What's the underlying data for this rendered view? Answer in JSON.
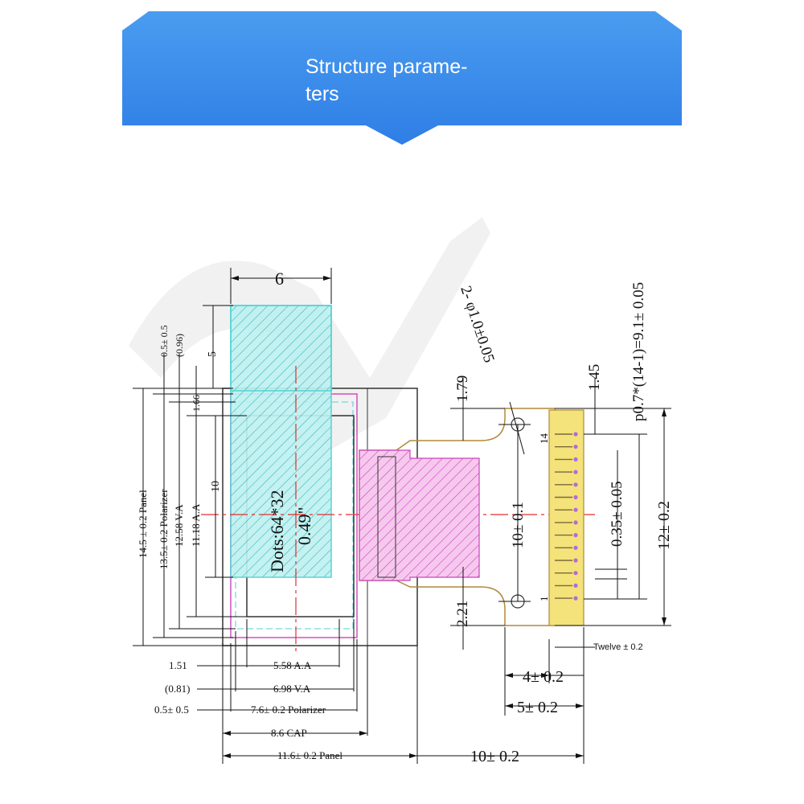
{
  "banner": {
    "title": "Structure parame-\nters",
    "color_top": "#4a9cf0",
    "color_bottom": "#2f7ee6"
  },
  "colors": {
    "display_fill": "#4fd1d1",
    "fpc_fill": "#e05ad0",
    "connector_fill": "#f4e27a",
    "outline": "#333333",
    "center_line": "#e03030"
  },
  "display": {
    "dots_label": "Dots:64*32",
    "size_label": "0.49\""
  },
  "dimensions": {
    "top_width": "6",
    "top_height": "5",
    "offset_top": "0.5± 0.5",
    "offset_096": "(0.96)",
    "offset_166": "1.66",
    "panel_h": "14.5 ± 0.2 Panel",
    "polarizer_h": "13.5± 0.2 Polarizer",
    "va_h": "12.58 V.A",
    "aa_h": "11.18 A.A",
    "inner_10": "10",
    "left_151": "1.51",
    "left_081": "(0.81)",
    "left_05": "0.5± 0.5",
    "aa_w": "5.58 A.A",
    "va_w": "6.98 V.A",
    "polarizer_w": "7.6± 0.2 Polarizer",
    "cap_w": "8.6 CAP",
    "panel_w": "11.6± 0.2 Panel",
    "fpc_len": "10± 0.2",
    "fpc_179": "1.79",
    "fpc_221": "2.21",
    "fpc_hole": "2- φ1.0±0.05",
    "fpc_10": "10± 0.1",
    "pitch_035": "0.35± 0.05",
    "pitch_145": "1.45",
    "pitch_total": "p0.7*(14-1)=9.1± 0.05",
    "fpc_12": "12± 0.2",
    "fpc_4": "4± 0.2",
    "fpc_5": "5± 0.2",
    "twelve": "Twelve ± 0.2",
    "pin_14": "14",
    "pin_1": "1"
  }
}
